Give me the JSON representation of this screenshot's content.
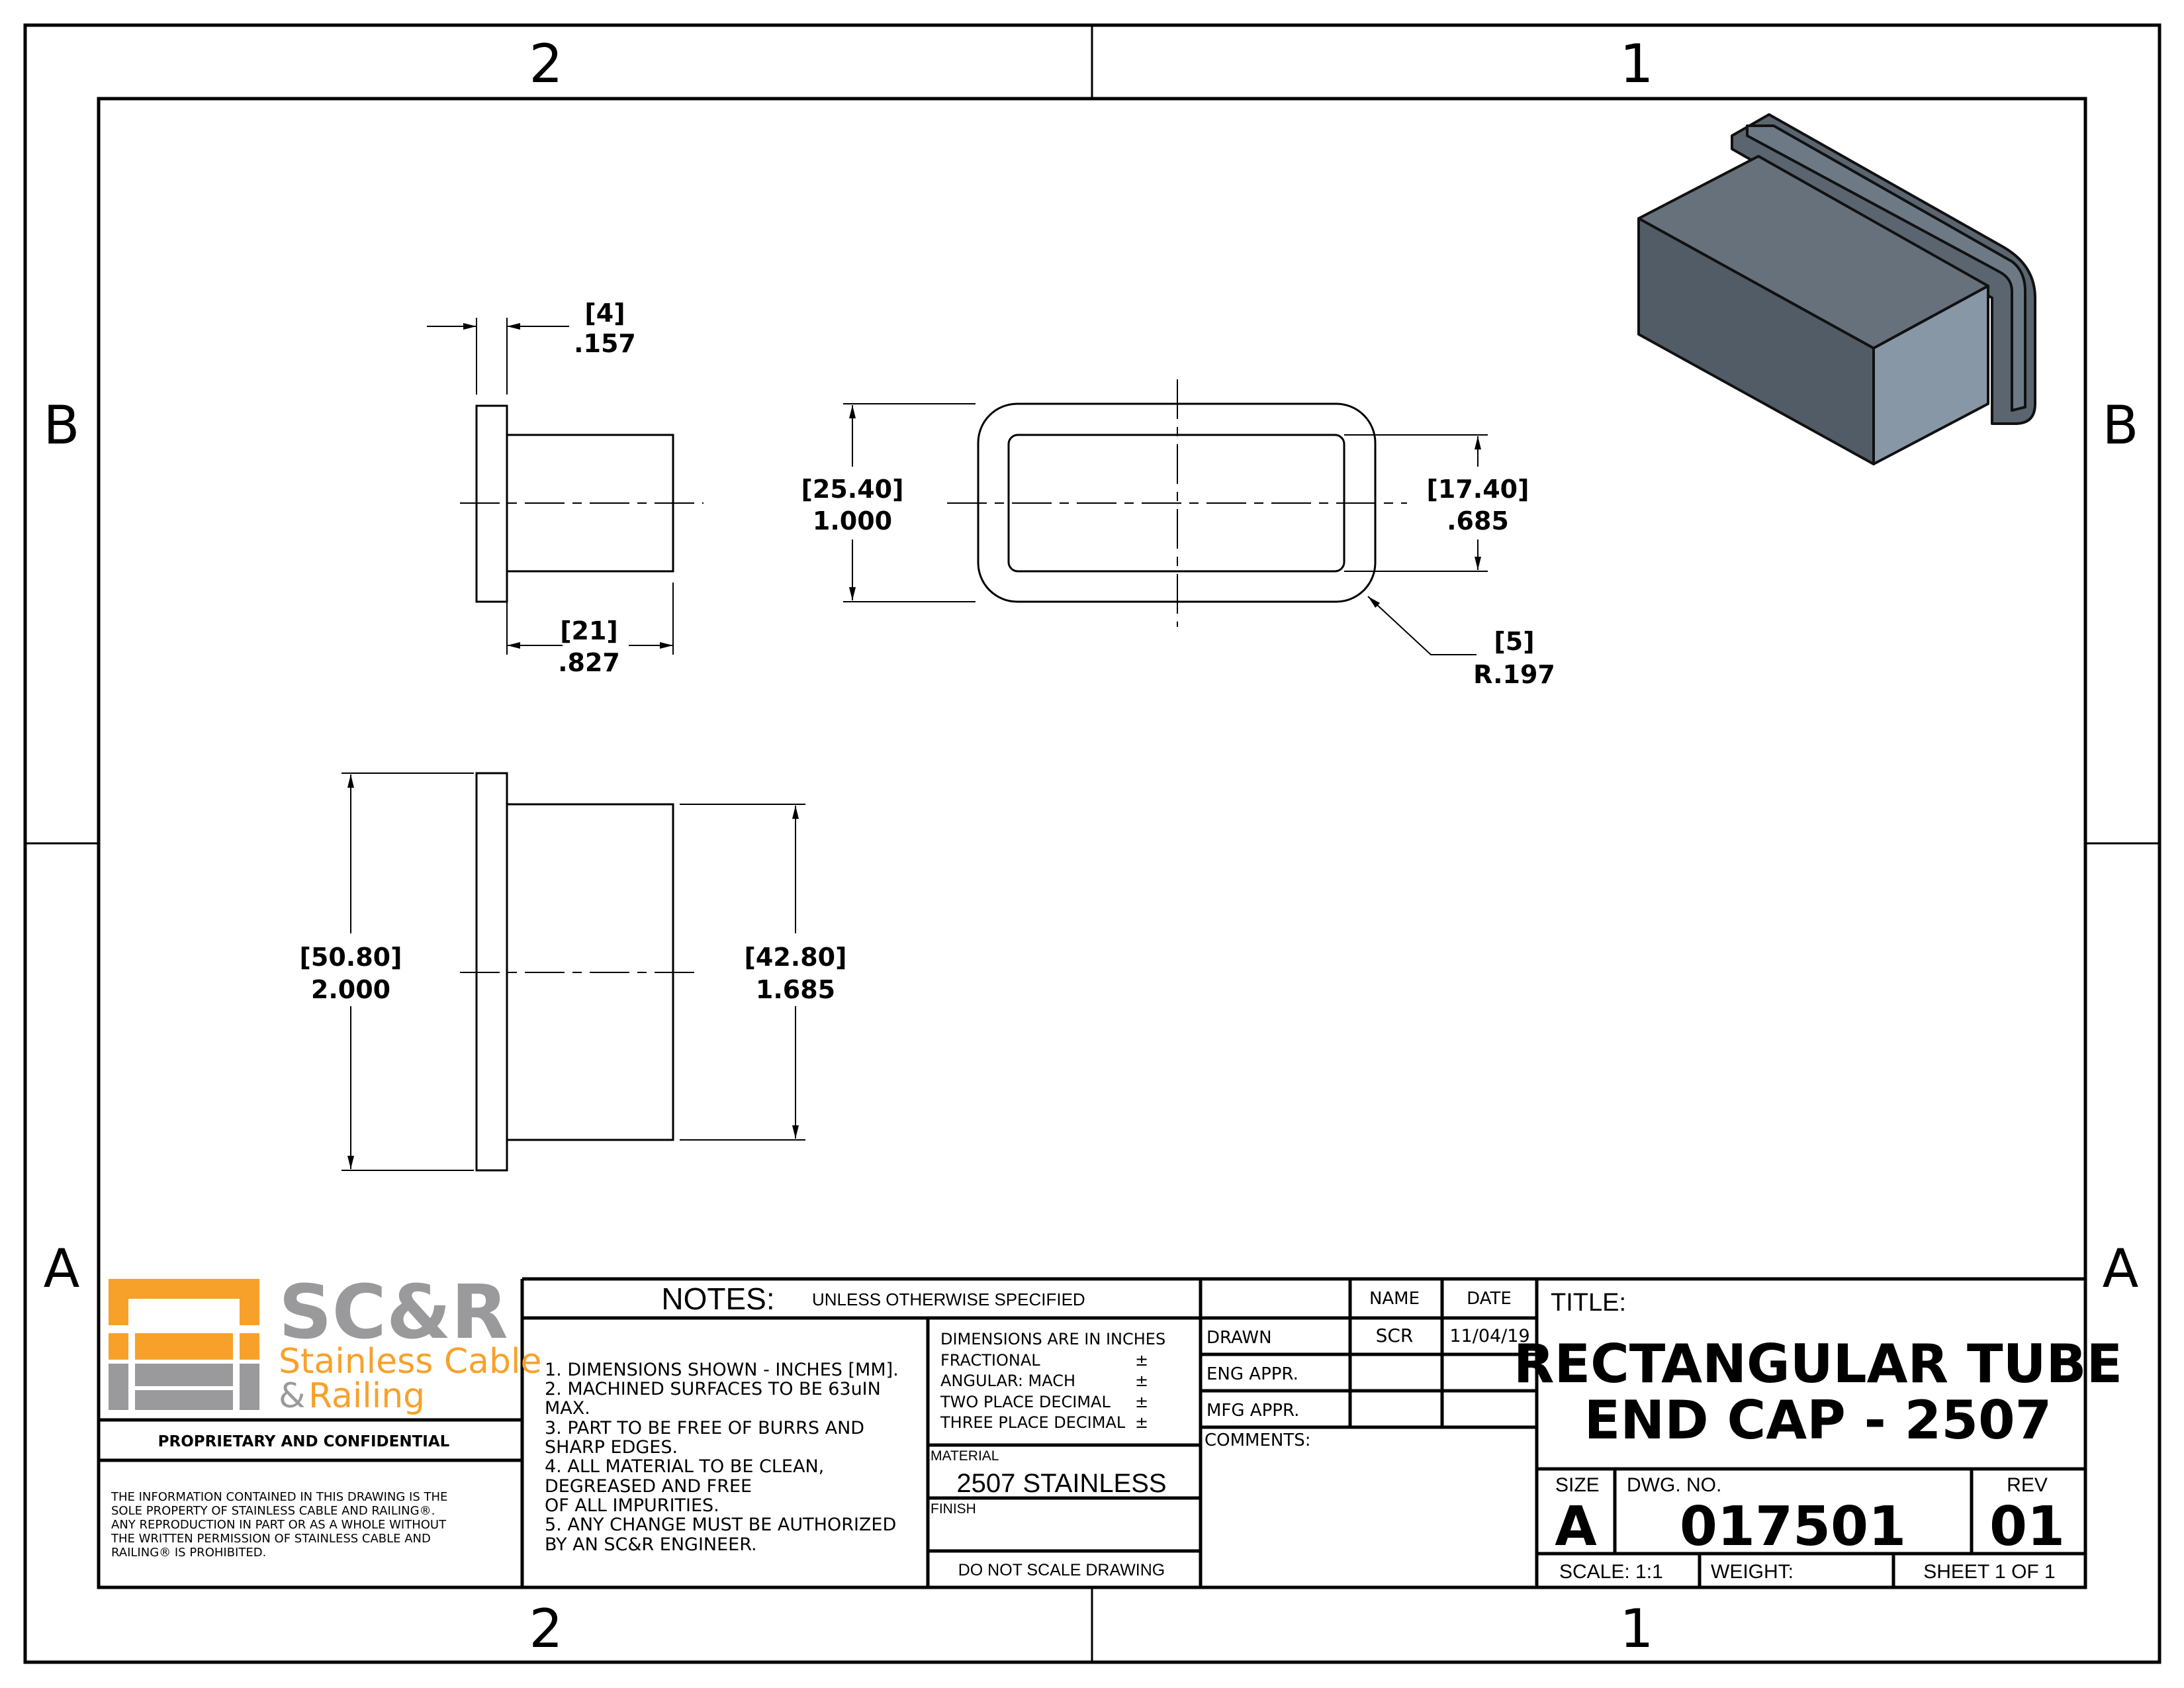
{
  "zones": {
    "top": [
      "2",
      "1"
    ],
    "bottom": [
      "2",
      "1"
    ],
    "left": [
      "B",
      "A"
    ],
    "right": [
      "B",
      "A"
    ]
  },
  "dimensions": {
    "flange_thickness": {
      "mm": "[4]",
      "in": ".157"
    },
    "body_length": {
      "mm": "[21]",
      "in": ".827"
    },
    "outer_height": {
      "mm": "[25.40]",
      "in": "1.000"
    },
    "inner_height": {
      "mm": "[17.40]",
      "in": ".685"
    },
    "corner_radius": {
      "mm": "[5]",
      "in": "R.197"
    },
    "outer_width": {
      "mm": "[50.80]",
      "in": "2.000"
    },
    "inner_width": {
      "mm": "[42.80]",
      "in": "1.685"
    }
  },
  "logo": {
    "name": "SC&R",
    "line1": "Stainless Cable",
    "amp": "&",
    "line2": "Railing",
    "orange": "#F7A12B",
    "gray": "#9A9A9C"
  },
  "proprietary": "PROPRIETARY AND CONFIDENTIAL",
  "disclaimer": [
    "THE INFORMATION CONTAINED IN THIS DRAWING IS THE",
    "SOLE PROPERTY OF STAINLESS CABLE AND RAILING®.",
    "ANY REPRODUCTION IN PART OR AS A WHOLE WITHOUT",
    "THE WRITTEN PERMISSION OF STAINLESS CABLE AND",
    "RAILING® IS PROHIBITED."
  ],
  "notes": {
    "header": "NOTES:",
    "subheader": "UNLESS OTHERWISE SPECIFIED",
    "lines": [
      "1. DIMENSIONS SHOWN - INCHES [MM].",
      "2. MACHINED SURFACES TO BE 63uIN",
      "MAX.",
      "3. PART TO BE FREE OF BURRS AND",
      "SHARP EDGES.",
      "4. ALL MATERIAL TO BE CLEAN,",
      "DEGREASED AND FREE",
      "OF ALL IMPURITIES.",
      "5. ANY CHANGE MUST BE AUTHORIZED",
      "BY AN SC&R ENGINEER."
    ]
  },
  "tolerances": {
    "lines": [
      "DIMENSIONS ARE IN INCHES",
      "FRACTIONAL",
      "ANGULAR: MACH",
      "TWO PLACE DECIMAL",
      "THREE PLACE DECIMAL"
    ],
    "pm": "±"
  },
  "material": {
    "label": "MATERIAL",
    "value": "2507 STAINLESS"
  },
  "finish": {
    "label": "FINISH",
    "value": ""
  },
  "do_not_scale": "DO NOT SCALE DRAWING",
  "approvals": {
    "headers": [
      "NAME",
      "DATE"
    ],
    "rows": [
      {
        "label": "DRAWN",
        "name": "SCR",
        "date": "11/04/19"
      },
      {
        "label": "ENG APPR.",
        "name": "",
        "date": ""
      },
      {
        "label": "MFG APPR.",
        "name": "",
        "date": ""
      }
    ],
    "comments_label": "COMMENTS:"
  },
  "title": {
    "label": "TITLE:",
    "line1": "RECTANGULAR TUBE",
    "line2": "END CAP - 2507"
  },
  "size": {
    "label": "SIZE",
    "value": "A"
  },
  "dwg_no": {
    "label": "DWG.  NO.",
    "value": "017501"
  },
  "rev": {
    "label": "REV",
    "value": "01"
  },
  "scale": "SCALE: 1:1",
  "weight": "WEIGHT:",
  "sheet": "SHEET 1 OF 1"
}
